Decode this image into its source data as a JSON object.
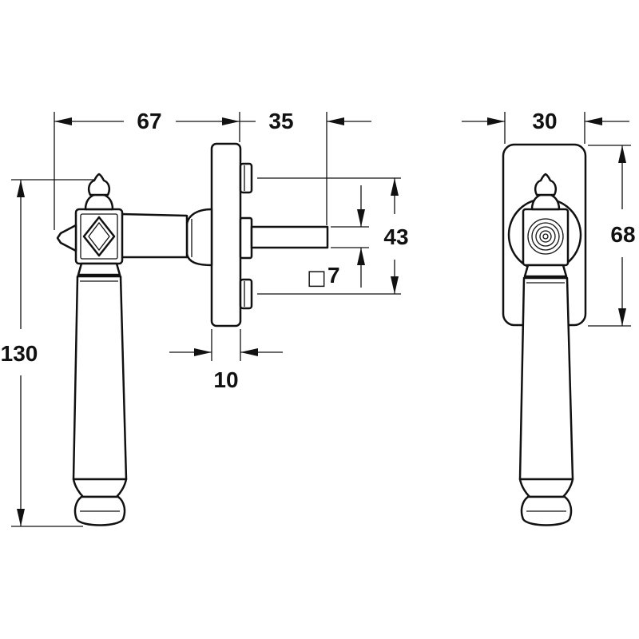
{
  "drawing": {
    "subject": "window-handle",
    "ink_color": "#111111",
    "paper_color": "#ffffff"
  },
  "dimensions": {
    "lever_length": "67",
    "spindle_length": "35",
    "base_width": "30",
    "rose_height": "68",
    "fixing_spacing": "43",
    "spindle_size": "7",
    "rose_thickness": "10",
    "overall_height": "130"
  },
  "symbols": {
    "square_symbol": "□"
  }
}
